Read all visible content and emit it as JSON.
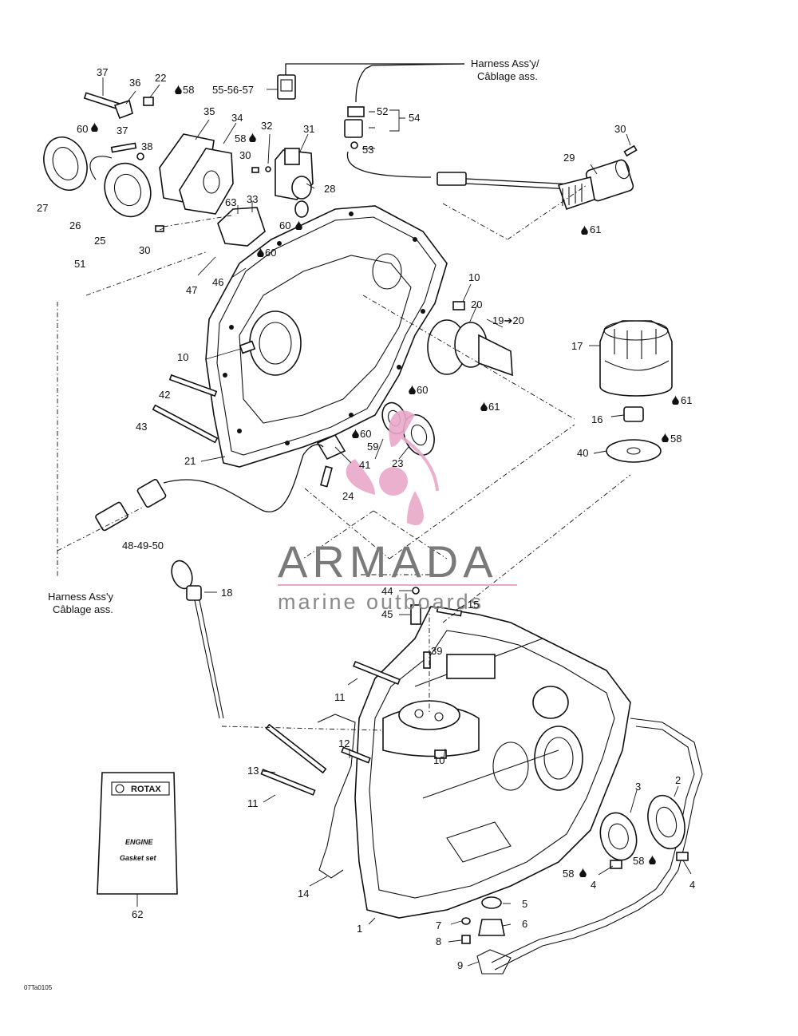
{
  "harness_top": {
    "line1": "Harness Ass'y/",
    "line2": "Câblage ass."
  },
  "harness_left": {
    "line1": "Harness Ass'y",
    "line2": "Câblage ass."
  },
  "watermark": {
    "word": "ARMADA",
    "sub": "marine outboards",
    "color": "#e8a8c8"
  },
  "kit": {
    "brand": "ROTAX",
    "line1": "ENGINE",
    "line2": "Gasket set"
  },
  "image_code": "07Ta0105",
  "callouts": {
    "c37a": "37",
    "c36": "36",
    "c22": "22",
    "c58a": "58",
    "c55": "55-56-57",
    "c52": "52",
    "c54": "54",
    "c53": "53",
    "c30a": "30",
    "c29": "29",
    "c61a": "61",
    "c35": "35",
    "c34": "34",
    "c32": "32",
    "c31": "31",
    "c60a": "60",
    "c37b": "37",
    "c38": "38",
    "c58b": "58",
    "c30b": "30",
    "c28": "28",
    "c27": "27",
    "c26": "26",
    "c25": "25",
    "c33": "33",
    "c63": "63",
    "c60b": "60",
    "c30c": "30",
    "c60c": "60",
    "c51": "51",
    "c47": "47",
    "c46": "46",
    "c10a": "10",
    "c20": "20",
    "c1920": "19➔20",
    "c10b": "10",
    "c17": "17",
    "c60d": "60",
    "c61b": "61",
    "c61c": "61",
    "c42": "42",
    "c16": "16",
    "c58c": "58",
    "c43": "43",
    "c60e": "60",
    "c59": "59",
    "c23": "23",
    "c40": "40",
    "c21": "21",
    "c41": "41",
    "c24": "24",
    "c4850": "48-49-50",
    "c18": "18",
    "c44": "44",
    "c45": "45",
    "c15": "15",
    "c39": "39",
    "c11a": "11",
    "c12": "12",
    "c10c": "10",
    "c13": "13",
    "c11b": "11",
    "c2": "2",
    "c3": "3",
    "c58d": "58",
    "c4a": "4",
    "c58e": "58",
    "c4b": "4",
    "c14": "14",
    "c5": "5",
    "c1": "1",
    "c7": "7",
    "c6": "6",
    "c8": "8",
    "c9": "9",
    "c62": "62"
  }
}
